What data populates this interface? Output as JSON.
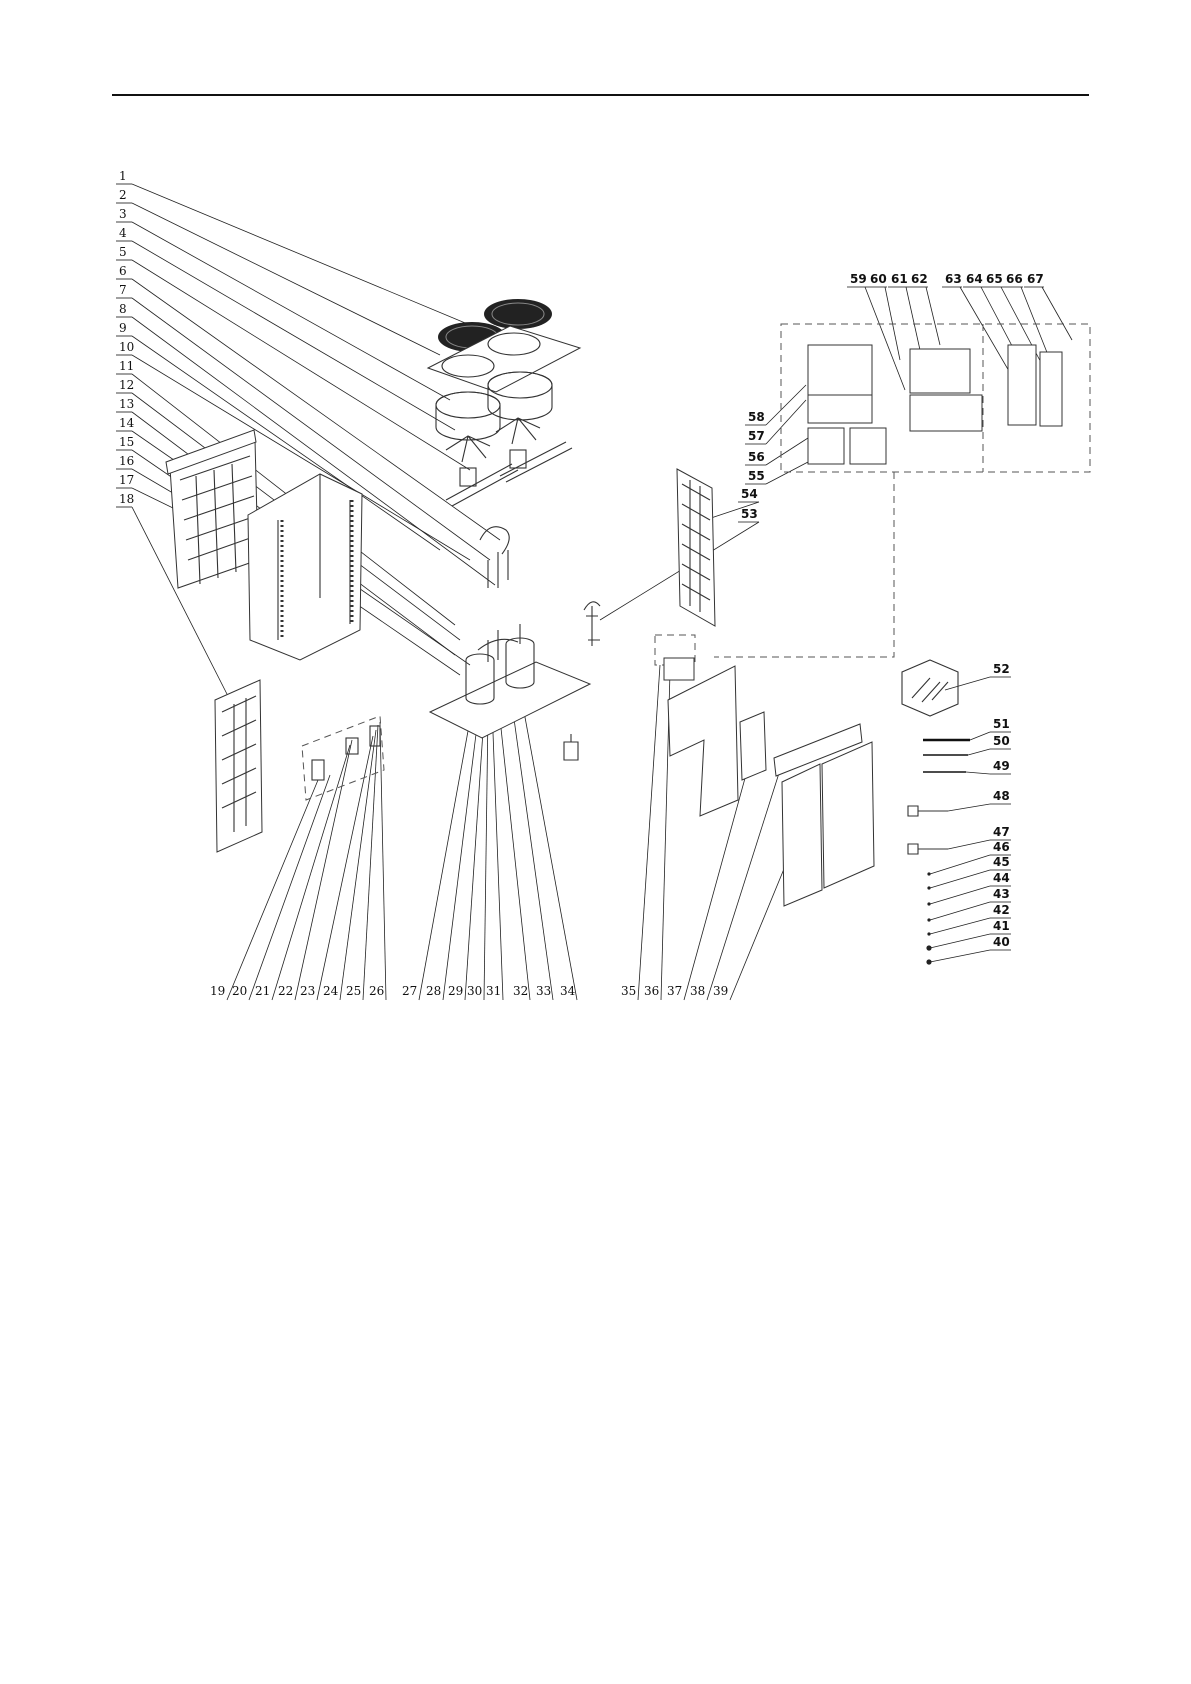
{
  "figure": {
    "left_labels": [
      "1",
      "2",
      "3",
      "4",
      "5",
      "6",
      "7",
      "8",
      "9",
      "10",
      "11",
      "12",
      "13",
      "14",
      "15",
      "16",
      "17",
      "18"
    ],
    "top_right_labels": [
      "59",
      "60",
      "61",
      "62",
      "63",
      "64",
      "65",
      "66",
      "67"
    ],
    "right_column_labels": [
      "58",
      "57",
      "56",
      "55",
      "54",
      "53"
    ],
    "accessory_labels": [
      "52",
      "51",
      "50",
      "49",
      "48",
      "47",
      "46",
      "45",
      "44",
      "43",
      "42",
      "41",
      "40"
    ],
    "bottom_labels": [
      "19",
      "20",
      "21",
      "22",
      "23",
      "24",
      "25",
      "26",
      "27",
      "28",
      "29",
      "30",
      "31",
      "32",
      "33",
      "34",
      "35",
      "36",
      "37",
      "38",
      "39"
    ]
  }
}
